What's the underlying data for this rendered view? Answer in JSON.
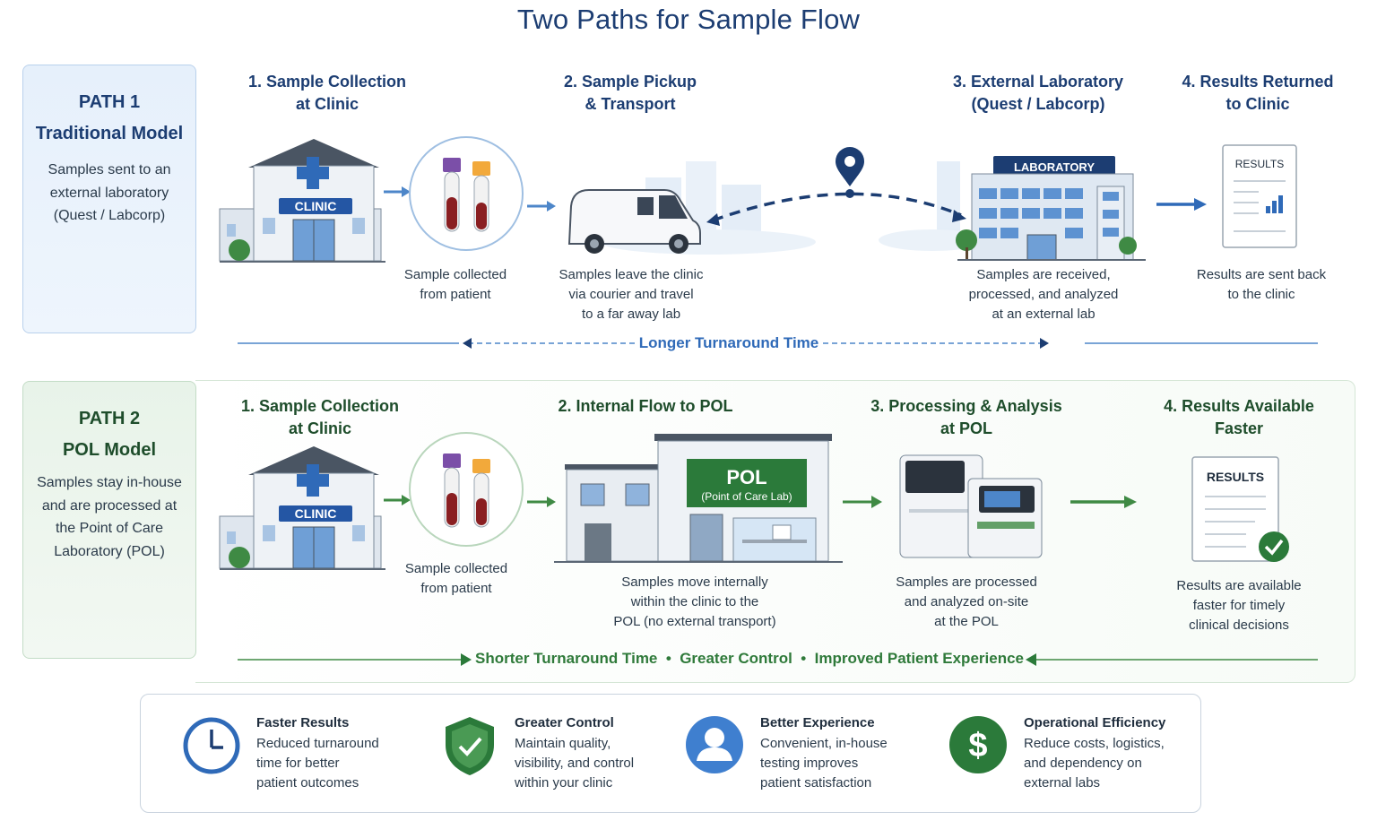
{
  "title": "Two Paths for Sample Flow",
  "path1": {
    "num": "PATH 1",
    "name": "Traditional Model",
    "desc": "Samples sent to an external laboratory (Quest / Labcorp)",
    "steps": [
      {
        "title_l1": "1. Sample Collection",
        "title_l2": "at Clinic",
        "caption_l1": "Sample collected",
        "caption_l2": "from patient",
        "caption_l3": ""
      },
      {
        "title_l1": "2. Sample Pickup",
        "title_l2": "& Transport",
        "caption_l1": "Samples leave the clinic",
        "caption_l2": "via courier and travel",
        "caption_l3": "to a far away lab"
      },
      {
        "title_l1": "3. External Laboratory",
        "title_l2": "(Quest / Labcorp)",
        "caption_l1": "Samples are received,",
        "caption_l2": "processed, and analyzed",
        "caption_l3": "at an external lab"
      },
      {
        "title_l1": "4. Results Returned",
        "title_l2": "to Clinic",
        "caption_l1": "Results are sent back",
        "caption_l2": "to the clinic",
        "caption_l3": ""
      }
    ],
    "clinic_sign": "CLINIC",
    "lab_sign": "LABORATORY",
    "results_label": "RESULTS",
    "turnaround": "Longer Turnaround Time"
  },
  "path2": {
    "num": "PATH 2",
    "name": "POL Model",
    "desc": "Samples stay in-house and are processed at the Point of Care Laboratory (POL)",
    "steps": [
      {
        "title_l1": "1. Sample Collection",
        "title_l2": "at Clinic",
        "caption_l1": "Sample collected",
        "caption_l2": "from patient",
        "caption_l3": ""
      },
      {
        "title_l1": "2. Internal Flow to POL",
        "title_l2": "",
        "caption_l1": "Samples move internally",
        "caption_l2": "within the clinic to the",
        "caption_l3": "POL (no external transport)"
      },
      {
        "title_l1": "3. Processing & Analysis",
        "title_l2": "at POL",
        "caption_l1": "Samples are processed",
        "caption_l2": "and analyzed on-site",
        "caption_l3": "at the POL"
      },
      {
        "title_l1": "4. Results Available",
        "title_l2": "Faster",
        "caption_l1": "Results are available",
        "caption_l2": "faster for timely",
        "caption_l3": "clinical decisions"
      }
    ],
    "clinic_sign": "CLINIC",
    "pol_sign": "POL",
    "pol_sub": "(Point of Care Lab)",
    "results_label": "RESULTS",
    "benefit_line": [
      "Shorter Turnaround Time",
      "Greater Control",
      "Improved Patient Experience"
    ],
    "separator": "•"
  },
  "benefits": [
    {
      "icon": "clock-icon",
      "title": "Faster Results",
      "l1": "Reduced turnaround",
      "l2": "time for better",
      "l3": "patient outcomes"
    },
    {
      "icon": "shield-check-icon",
      "title": "Greater Control",
      "l1": "Maintain quality,",
      "l2": "visibility, and control",
      "l3": "within your clinic"
    },
    {
      "icon": "user-icon",
      "title": "Better Experience",
      "l1": "Convenient, in-house",
      "l2": "testing improves",
      "l3": "patient satisfaction"
    },
    {
      "icon": "dollar-icon",
      "title": "Operational Efficiency",
      "l1": "Reduce costs, logistics,",
      "l2": "and dependency on",
      "l3": "external labs"
    }
  ],
  "colors": {
    "navy": "#1c3d72",
    "blue": "#2f6ab8",
    "green": "#2f7a3a",
    "dark_green": "#1e4d2b"
  }
}
